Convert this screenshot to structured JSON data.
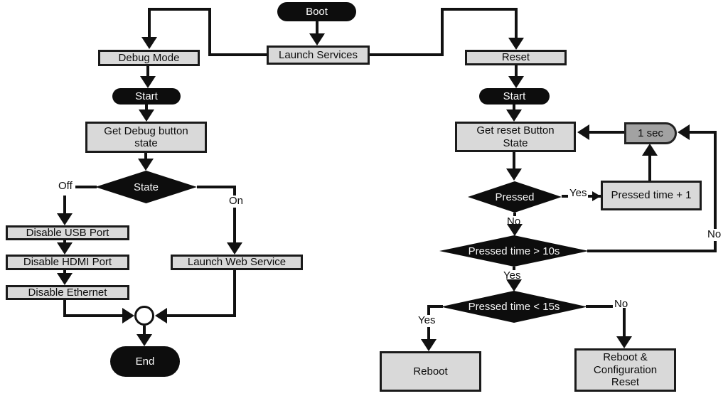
{
  "diagram": {
    "colors": {
      "process_fill": "#d9d9d9",
      "process_border": "#1a1a1a",
      "terminal_fill": "#0d0d0d",
      "terminal_text": "#ffffff",
      "decision_fill": "#0d0d0d",
      "decision_text": "#ffffff",
      "delay_fill": "#a2a2a2",
      "connector_line": "#111111",
      "background": "#ffffff"
    },
    "nodes": {
      "boot": "Boot",
      "launch_services": "Launch Services",
      "debug_mode": "Debug Mode",
      "debug_start": "Start",
      "get_debug_button": {
        "line1": "Get Debug button",
        "line2": "state"
      },
      "state_decision": "State",
      "disable_usb": "Disable USB Port",
      "disable_hdmi": "Disable HDMI Port",
      "disable_ethernet": "Disable Ethernet",
      "launch_web_service": "Launch Web Service",
      "end": "End",
      "reset": "Reset",
      "reset_start": "Start",
      "get_reset_button": {
        "line1": "Get reset Button",
        "line2": "State"
      },
      "one_sec_delay": "1 sec",
      "pressed_decision": "Pressed",
      "pressed_time_plus_one": "Pressed time + 1",
      "pressed_time_gt_10s": "Pressed time > 10s",
      "pressed_time_lt_15s": "Pressed time < 15s",
      "reboot": "Reboot",
      "reboot_config_reset": {
        "line1": "Reboot &",
        "line2": "Configuration",
        "line3": "Reset"
      }
    },
    "edge_labels": {
      "state_off": "Off",
      "state_on": "On",
      "pressed_yes": "Yes",
      "pressed_no": "No",
      "gt10_yes": "Yes",
      "gt10_no": "No",
      "lt15_yes": "Yes",
      "lt15_no": "No"
    }
  }
}
